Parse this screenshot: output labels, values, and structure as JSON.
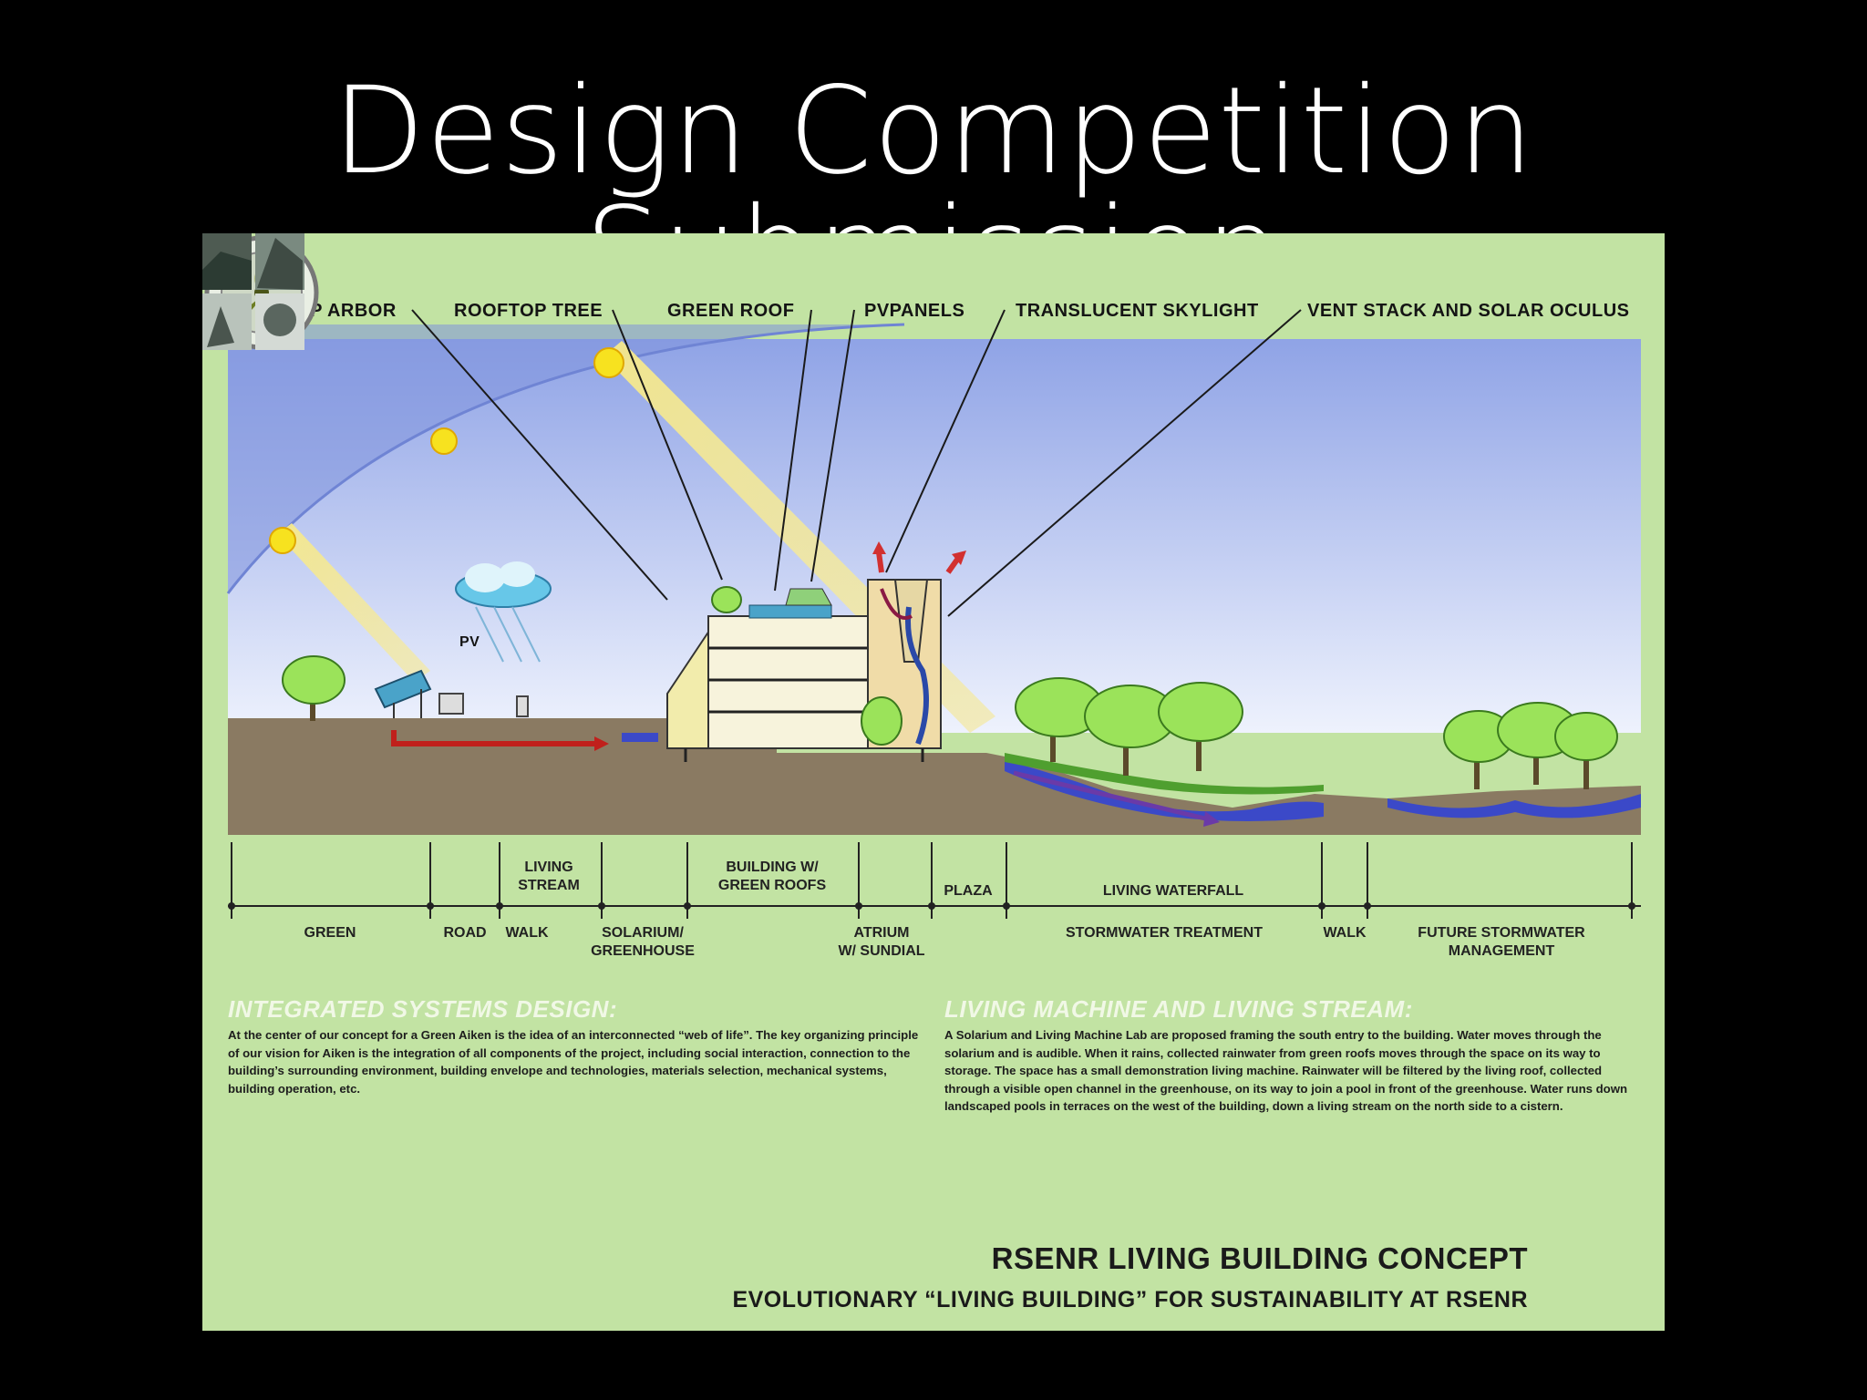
{
  "slide": {
    "title": "Design Competition Submission"
  },
  "callouts": [
    "ROOFTOP ARBOR",
    "ROOFTOP TREE",
    "GREEN ROOF",
    "PVPANELS",
    "TRANSLUCENT SKYLIGHT",
    "VENT STACK AND SOLAR OCULUS"
  ],
  "pv_label": "PV",
  "zones_upper": [
    "LIVING\nSTREAM",
    "BUILDING W/\nGREEN ROOFS",
    "PLAZA",
    "LIVING WATERFALL"
  ],
  "zones_lower": [
    "GREEN",
    "ROAD",
    "WALK",
    "SOLARIUM/\nGREENHOUSE",
    "ATRIUM\nW/ SUNDIAL",
    "STORMWATER TREATMENT",
    "WALK",
    "FUTURE STORMWATER\nMANAGEMENT"
  ],
  "left_section": {
    "heading": "INTEGRATED SYSTEMS DESIGN:",
    "body": "At the center of our concept for a Green Aiken is the idea of an interconnected “web of life”. The key organizing principle of our vision for Aiken is the integration of all components of the project, including social interaction, connection to the building’s surrounding environment, building envelope and technologies, materials selection, mechanical systems, building operation, etc."
  },
  "right_section": {
    "heading": "LIVING MACHINE AND LIVING STREAM:",
    "body": "A Solarium and Living Machine Lab are proposed framing the south entry to the building. Water moves through the solarium and is audible. When it rains, collected rainwater from green roofs moves through the space on its way to storage. The space has a small demonstration living machine. Rainwater will be filtered by the living roof, collected through a visible open channel in the greenhouse, on its way to join a pool in front of the greenhouse. Water runs down landscaped pools in terraces on the west of the building, down a living stream on the north side to a cistern."
  },
  "footer": {
    "title": "RSENR LIVING BUILDING CONCEPT",
    "subtitle": "EVOLUTIONARY “LIVING BUILDING” FOR SUSTAINABILITY AT RSENR"
  },
  "colors": {
    "background": "#000000",
    "poster": "#c2e3a3",
    "sky_top": "#8fa3e6",
    "sky_bottom": "#e8eefc",
    "ground": "#8a7a62",
    "sun": "#f7e21f",
    "tree": "#9be35a",
    "water": "#3b49c8",
    "arrow_red": "#c0201c"
  }
}
